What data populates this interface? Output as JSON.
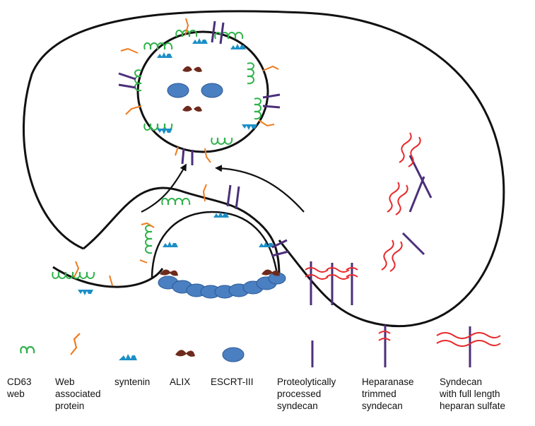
{
  "colors": {
    "cd63": "#2fb24a",
    "web_protein": "#f07b1e",
    "syntenin": "#1c8fc7",
    "alix": "#6e2a1c",
    "escrt": "#4a7fc1",
    "syndecan": "#4b2f7a",
    "heparan": "#e8292b",
    "membrane": "#111111"
  },
  "legend": [
    {
      "icon": "cd63-web-icon",
      "lines": [
        "CD63",
        "web"
      ]
    },
    {
      "icon": "web-associated-protein-icon",
      "lines": [
        "Web",
        "associated",
        "protein"
      ]
    },
    {
      "icon": "syntenin-icon",
      "lines": [
        "syntenin"
      ]
    },
    {
      "icon": "alix-icon",
      "lines": [
        "ALIX"
      ]
    },
    {
      "icon": "escrt-iii-icon",
      "lines": [
        "ESCRT-III"
      ]
    },
    {
      "icon": "proteolytically-processed-syndecan-icon",
      "lines": [
        "Proteolytically",
        "processed",
        "syndecan"
      ]
    },
    {
      "icon": "heparanase-trimmed-syndecan-icon",
      "lines": [
        "Heparanase",
        "trimmed",
        "syndecan"
      ]
    },
    {
      "icon": "full-length-syndecan-icon",
      "lines": [
        "Syndecan",
        "with full length",
        "heparan sulfate"
      ]
    }
  ]
}
